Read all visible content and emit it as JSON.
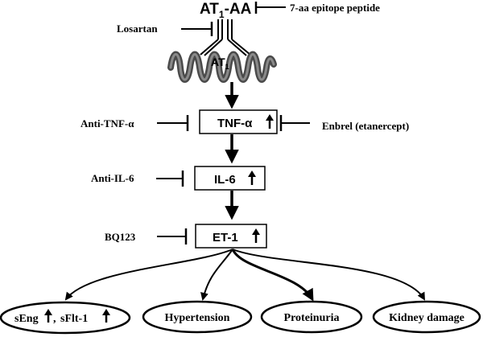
{
  "receptor": {
    "antibody_main": "AT",
    "antibody_sub": "1",
    "antibody_suffix": "-AA",
    "receptor_main": "AT",
    "receptor_sub": "1"
  },
  "inhibitors": {
    "peptide": "7-aa epitope peptide",
    "losartan": "Losartan",
    "anti_tnf": "Anti-TNF-α",
    "enbrel": "Enbrel (etanercept)",
    "anti_il6": "Anti-IL-6",
    "bq123": "BQ123"
  },
  "mediators": {
    "tnf": "TNF-α",
    "il6": "IL-6",
    "et1": "ET-1"
  },
  "outcomes": {
    "seng": "sEng",
    "sflt": "sFlt-1",
    "hypertension": "Hypertension",
    "proteinuria": "Proteinuria",
    "kidney": "Kidney damage"
  }
}
